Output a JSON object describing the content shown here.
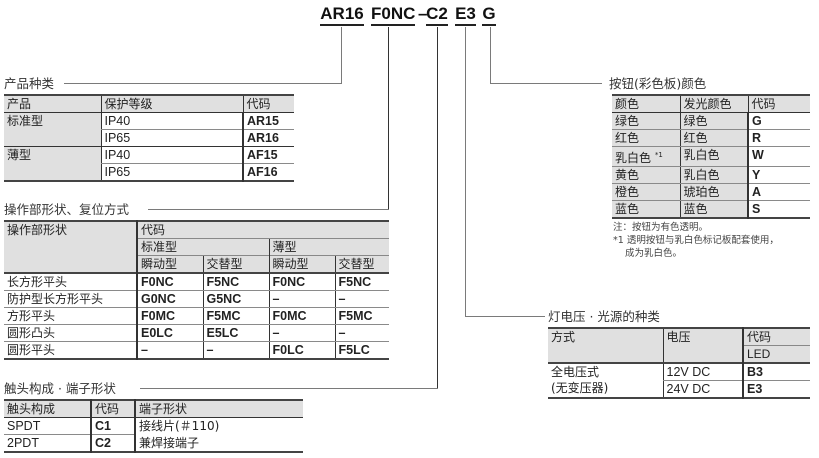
{
  "model_code": {
    "segments": [
      "AR16",
      "F0NC",
      "C2",
      "E3",
      "G"
    ],
    "separator": "–"
  },
  "product_type": {
    "title": "产品种类",
    "headers": [
      "产品",
      "保护等级",
      "代码"
    ],
    "rows": [
      {
        "product": "标准型",
        "protection": "IP40",
        "code": "AR15"
      },
      {
        "product": "",
        "protection": "IP65",
        "code": "AR16"
      },
      {
        "product": "薄型",
        "protection": "IP40",
        "code": "AF15"
      },
      {
        "product": "",
        "protection": "IP65",
        "code": "AF16"
      }
    ]
  },
  "operation": {
    "title": "操作部形状、复位方式",
    "header_shape": "操作部形状",
    "header_code": "代码",
    "header_standard": "标准型",
    "header_thin": "薄型",
    "header_momentary": "瞬动型",
    "header_alternate": "交替型",
    "rows": [
      {
        "shape": "长方形平头",
        "codes": [
          "F0NC",
          "F5NC",
          "F0NC",
          "F5NC"
        ]
      },
      {
        "shape": "防护型长方形平头",
        "codes": [
          "G0NC",
          "G5NC",
          "–",
          "–"
        ]
      },
      {
        "shape": "方形平头",
        "codes": [
          "F0MC",
          "F5MC",
          "F0MC",
          "F5MC"
        ]
      },
      {
        "shape": "圆形凸头",
        "codes": [
          "E0LC",
          "E5LC",
          "–",
          "–"
        ]
      },
      {
        "shape": "圆形平头",
        "codes": [
          "–",
          "–",
          "F0LC",
          "F5LC"
        ]
      }
    ]
  },
  "contact": {
    "title": "触头构成 · 端子形状",
    "headers": [
      "触头构成",
      "代码",
      "端子形状"
    ],
    "rows": [
      {
        "config": "SPDT",
        "code": "C1",
        "terminal": "接线片(＃110)"
      },
      {
        "config": "2PDT",
        "code": "C2",
        "terminal": "兼焊接端子"
      }
    ]
  },
  "button_color": {
    "title": "按钮(彩色板)颜色",
    "headers": [
      "颜色",
      "发光颜色",
      "代码"
    ],
    "rows": [
      {
        "color": "绿色",
        "sup": "",
        "light": "绿色",
        "code": "G"
      },
      {
        "color": "红色",
        "sup": "",
        "light": "红色",
        "code": "R"
      },
      {
        "color": "乳白色",
        "sup": "*1",
        "light": "乳白色",
        "code": "W"
      },
      {
        "color": "黄色",
        "sup": "",
        "light": "乳白色",
        "code": "Y"
      },
      {
        "color": "橙色",
        "sup": "",
        "light": "琥珀色",
        "code": "A"
      },
      {
        "color": "蓝色",
        "sup": "",
        "light": "蓝色",
        "code": "S"
      }
    ],
    "notes": [
      "注：按钮为有色透明。",
      "*1 透明按钮与乳白色标记板配套使用，",
      "成为乳白色。"
    ]
  },
  "lamp": {
    "title": "灯电压 · 光源的种类",
    "header_method": "方式",
    "header_voltage": "电压",
    "header_code": "代码",
    "header_led": "LED",
    "method_line1": "全电压式",
    "method_line2": "(无变压器)",
    "rows": [
      {
        "voltage": "12V DC",
        "code": "B3"
      },
      {
        "voltage": "24V DC",
        "code": "E3"
      }
    ]
  }
}
